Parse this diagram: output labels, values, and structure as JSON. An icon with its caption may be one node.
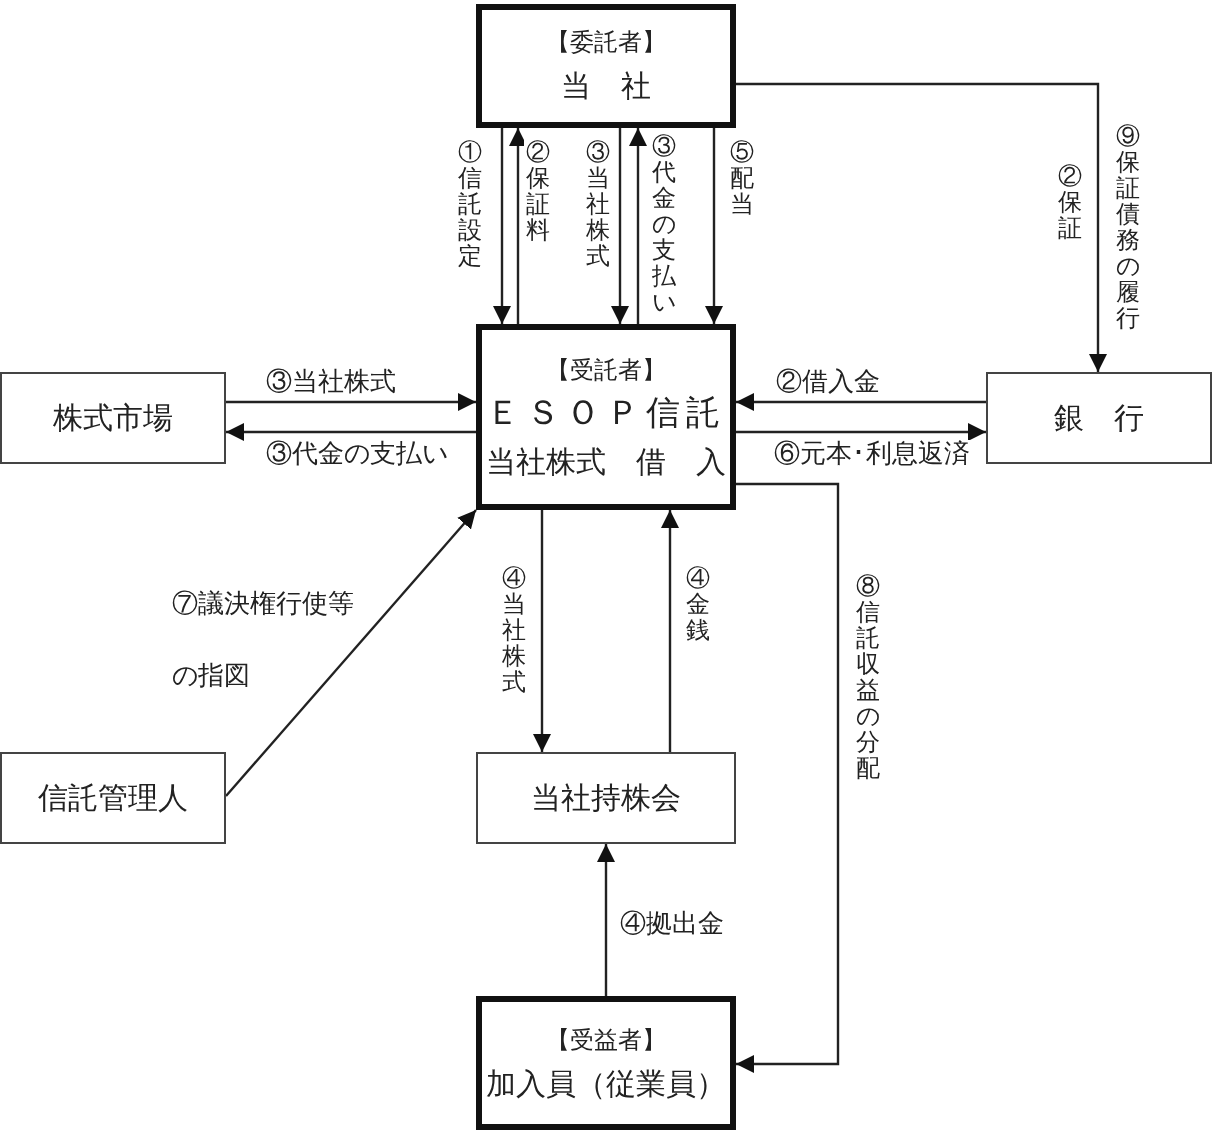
{
  "diagram": {
    "nodes": [
      {
        "text": [
          "【委託者】",
          "当　社"
        ]
      },
      {
        "text": [
          "【受託者】",
          "ＥＳＯＰ信託",
          "当社株式　借　入"
        ]
      },
      {
        "text": [
          "株式市場"
        ]
      },
      {
        "text": [
          "銀　行"
        ]
      },
      {
        "text": [
          "信託管理人"
        ]
      },
      {
        "text": [
          "当社持株会"
        ]
      },
      {
        "text": [
          "【受益者】",
          "加入員（従業員）"
        ]
      }
    ],
    "edges": [
      {
        "from": 0,
        "to": 1,
        "arrow": "to",
        "label": "①信託設定"
      },
      {
        "from": 1,
        "to": 0,
        "arrow": "to",
        "label": "②保証料"
      },
      {
        "from": 0,
        "to": 1,
        "arrow": "to",
        "label": "③当社株式"
      },
      {
        "from": 1,
        "to": 0,
        "arrow": "to",
        "label": "③代金の支払い"
      },
      {
        "from": 0,
        "to": 1,
        "arrow": "to",
        "label": "⑤配当"
      },
      {
        "from": 0,
        "to": 3,
        "arrow": "to",
        "label": "⑨保証債務の履行"
      },
      {
        "from": 2,
        "to": 1,
        "arrow": "to",
        "label": "③当社株式"
      },
      {
        "from": 1,
        "to": 2,
        "arrow": "to",
        "label": "③代金の支払い"
      },
      {
        "from": 3,
        "to": 1,
        "arrow": "to",
        "label": "②借入金"
      },
      {
        "from": 1,
        "to": 3,
        "arrow": "to",
        "label": "⑥元本･利息返済"
      },
      {
        "from": 4,
        "to": 1,
        "arrow": "to",
        "label": "⑦議決権行使等の指図"
      },
      {
        "from": 1,
        "to": 5,
        "arrow": "to",
        "label": "④当社株式"
      },
      {
        "from": 5,
        "to": 1,
        "arrow": "to",
        "label": "④金銭"
      },
      {
        "from": 6,
        "to": 5,
        "arrow": "to",
        "label": "④拠出金"
      },
      {
        "from": 1,
        "to": 6,
        "arrow": "to",
        "label": "⑧信託収益の分配"
      }
    ],
    "labels": [
      "②保証"
    ]
  }
}
